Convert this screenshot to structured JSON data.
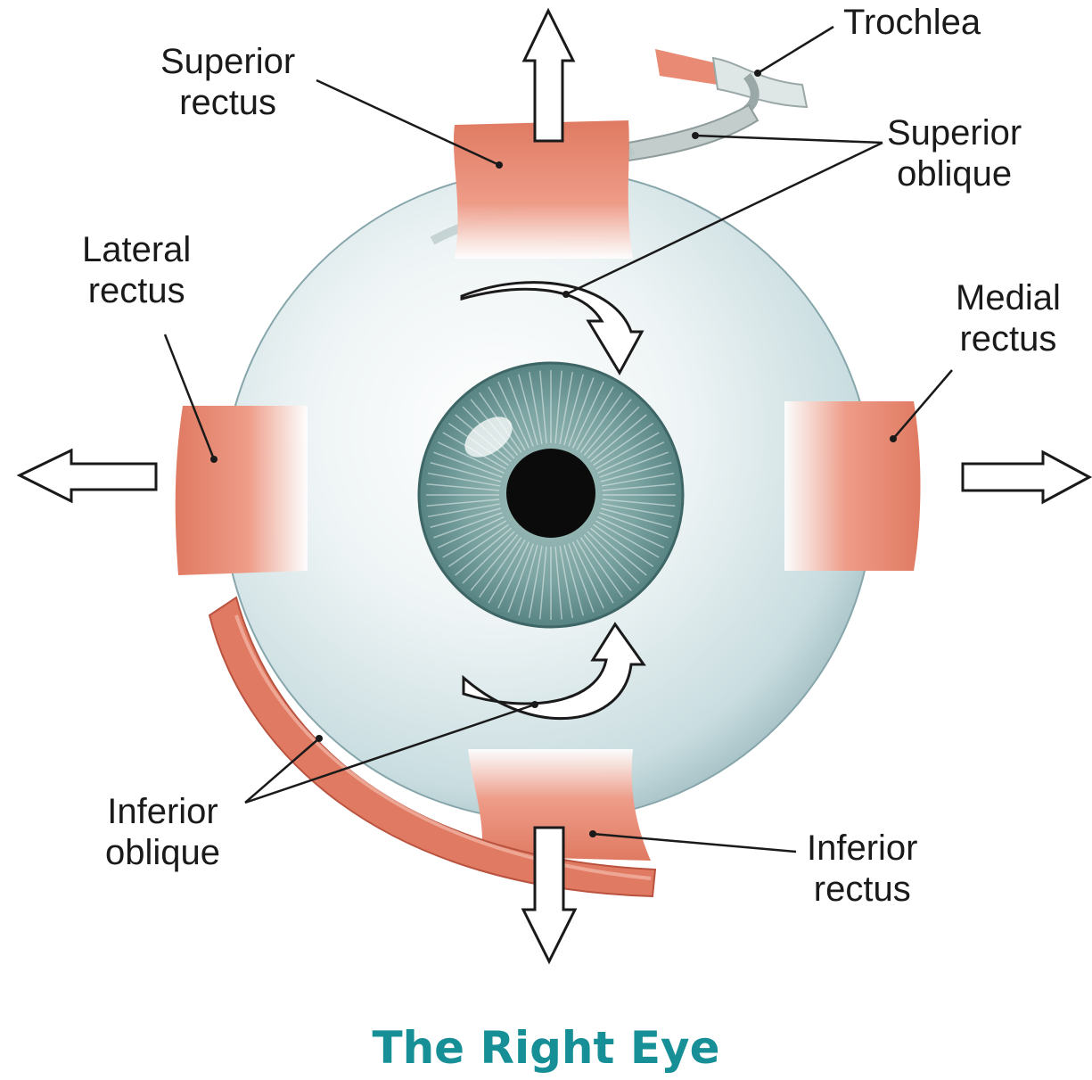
{
  "colors": {
    "eyeball": "#c9dde0",
    "muscle": "#e07a62",
    "tendon": "#b9c4c2",
    "iris": "#6f9a98",
    "pupil": "#0b0b0b",
    "arrow_fill": "#ffffff",
    "arrow_stroke": "#1a1a1a",
    "caption": "#178f96"
  },
  "labels": {
    "trochlea": "Trochlea",
    "superior_rectus": [
      "Superior",
      "rectus"
    ],
    "superior_oblique": [
      "Superior",
      "oblique"
    ],
    "lateral_rectus": [
      "Lateral",
      "rectus"
    ],
    "medial_rectus": [
      "Medial",
      "rectus"
    ],
    "inferior_oblique": [
      "Inferior",
      "oblique"
    ],
    "inferior_rectus": [
      "Inferior",
      "rectus"
    ]
  },
  "caption": "The Right Eye"
}
